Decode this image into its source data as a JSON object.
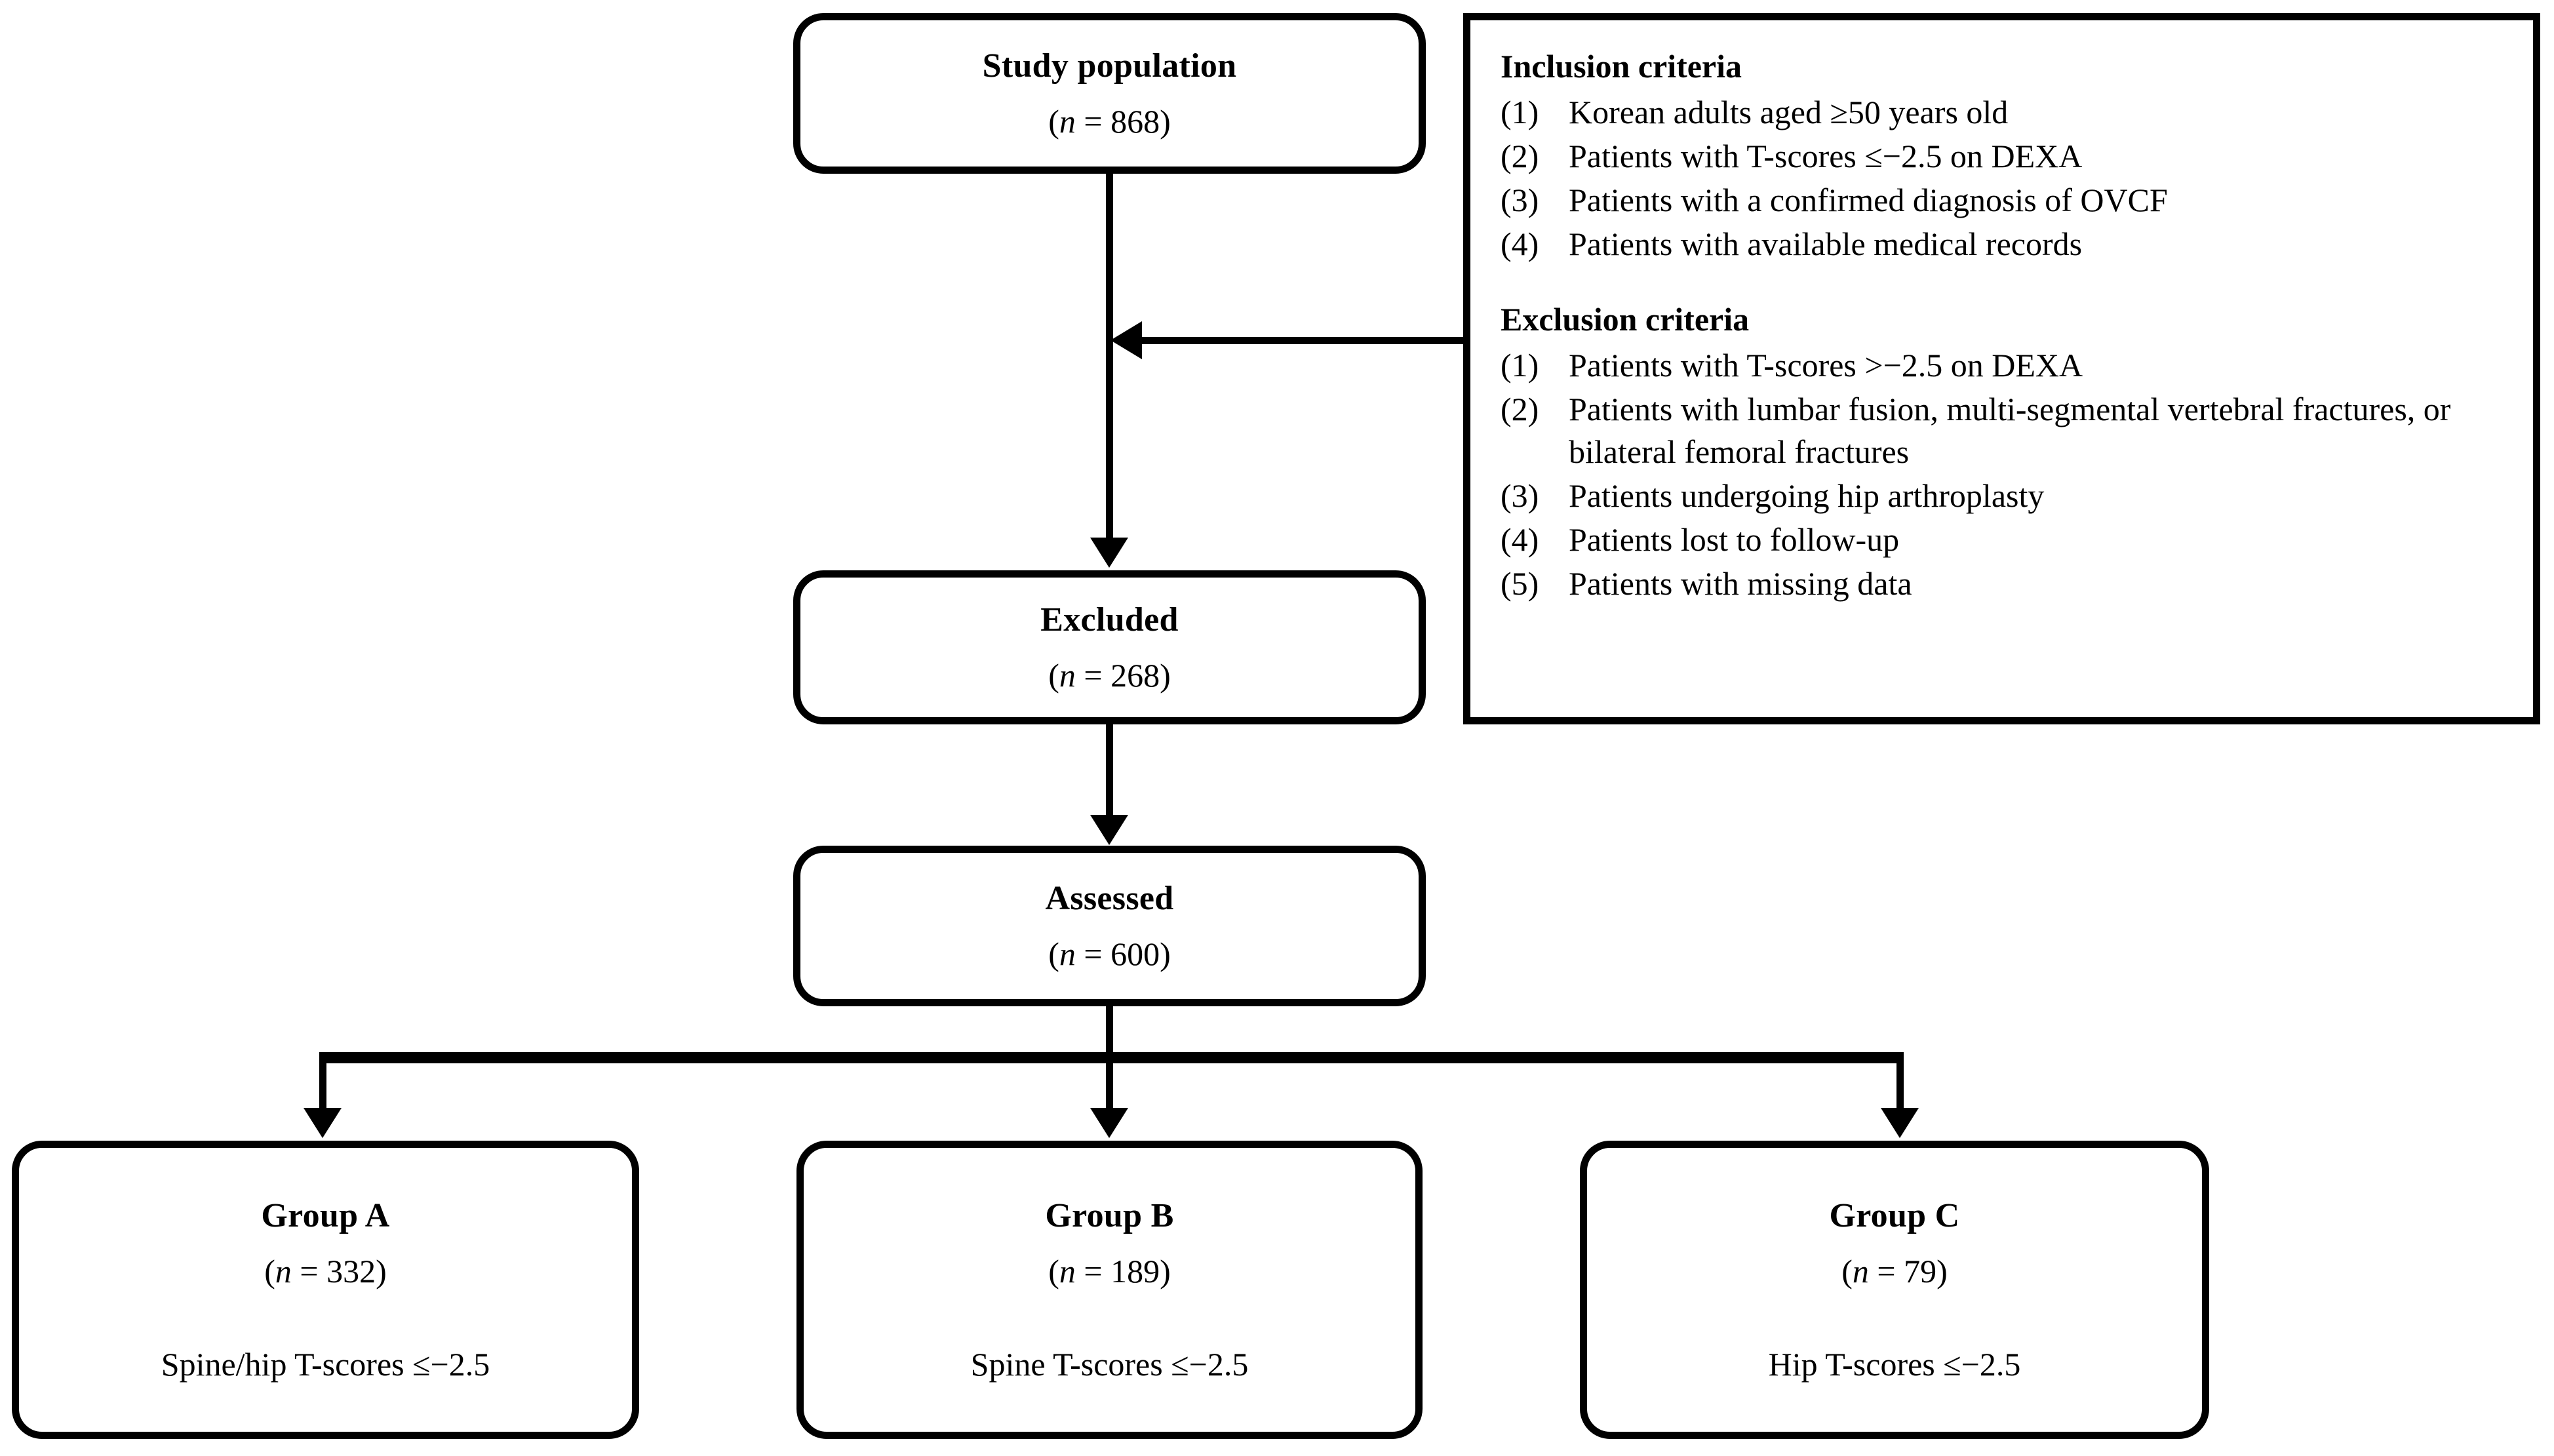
{
  "figure": {
    "type": "study-flow-diagram",
    "nodes": {
      "study_population": {
        "title": "Study population",
        "n_prefix": "(",
        "n_var": "n",
        "n_eq": " = ",
        "n_value": "868",
        "n_suffix": ")"
      },
      "excluded": {
        "title": "Excluded",
        "n_prefix": "(",
        "n_var": "n",
        "n_eq": " = ",
        "n_value": "268",
        "n_suffix": ")"
      },
      "assessed": {
        "title": "Assessed",
        "n_prefix": "(",
        "n_var": "n",
        "n_eq": " = ",
        "n_value": "600",
        "n_suffix": ")"
      },
      "group_a": {
        "title": "Group A",
        "n_prefix": "(",
        "n_var": "n",
        "n_eq": " = ",
        "n_value": "332",
        "n_suffix": ")",
        "criterion": "Spine/hip T-scores ≤−2.5"
      },
      "group_b": {
        "title": "Group B",
        "n_prefix": "(",
        "n_var": "n",
        "n_eq": " = ",
        "n_value": "189",
        "n_suffix": ")",
        "criterion": "Spine T-scores ≤−2.5"
      },
      "group_c": {
        "title": "Group C",
        "n_prefix": "(",
        "n_var": "n",
        "n_eq": " = ",
        "n_value": "79",
        "n_suffix": ")",
        "criterion": "Hip T-scores ≤−2.5"
      }
    },
    "criteria_panel": {
      "inclusion_heading": "Inclusion criteria",
      "inclusion_items": [
        {
          "num": "(1)",
          "text": "Korean adults aged ≥50 years old"
        },
        {
          "num": "(2)",
          "text": "Patients with T-scores ≤−2.5 on DEXA"
        },
        {
          "num": "(3)",
          "text": "Patients with a confirmed diagnosis of OVCF"
        },
        {
          "num": "(4)",
          "text": "Patients with available medical records"
        }
      ],
      "exclusion_heading": "Exclusion criteria",
      "exclusion_items": [
        {
          "num": "(1)",
          "text": "Patients with T-scores >−2.5 on DEXA"
        },
        {
          "num": "(2)",
          "text": "Patients with lumbar fusion, multi-segmental vertebral fractures, or bilateral femoral fractures"
        },
        {
          "num": "(3)",
          "text": "Patients undergoing hip arthroplasty"
        },
        {
          "num": "(4)",
          "text": "Patients lost to follow-up"
        },
        {
          "num": "(5)",
          "text": "Patients with missing data"
        }
      ]
    },
    "colors": {
      "stroke": "#000000",
      "fill": "#ffffff"
    }
  }
}
